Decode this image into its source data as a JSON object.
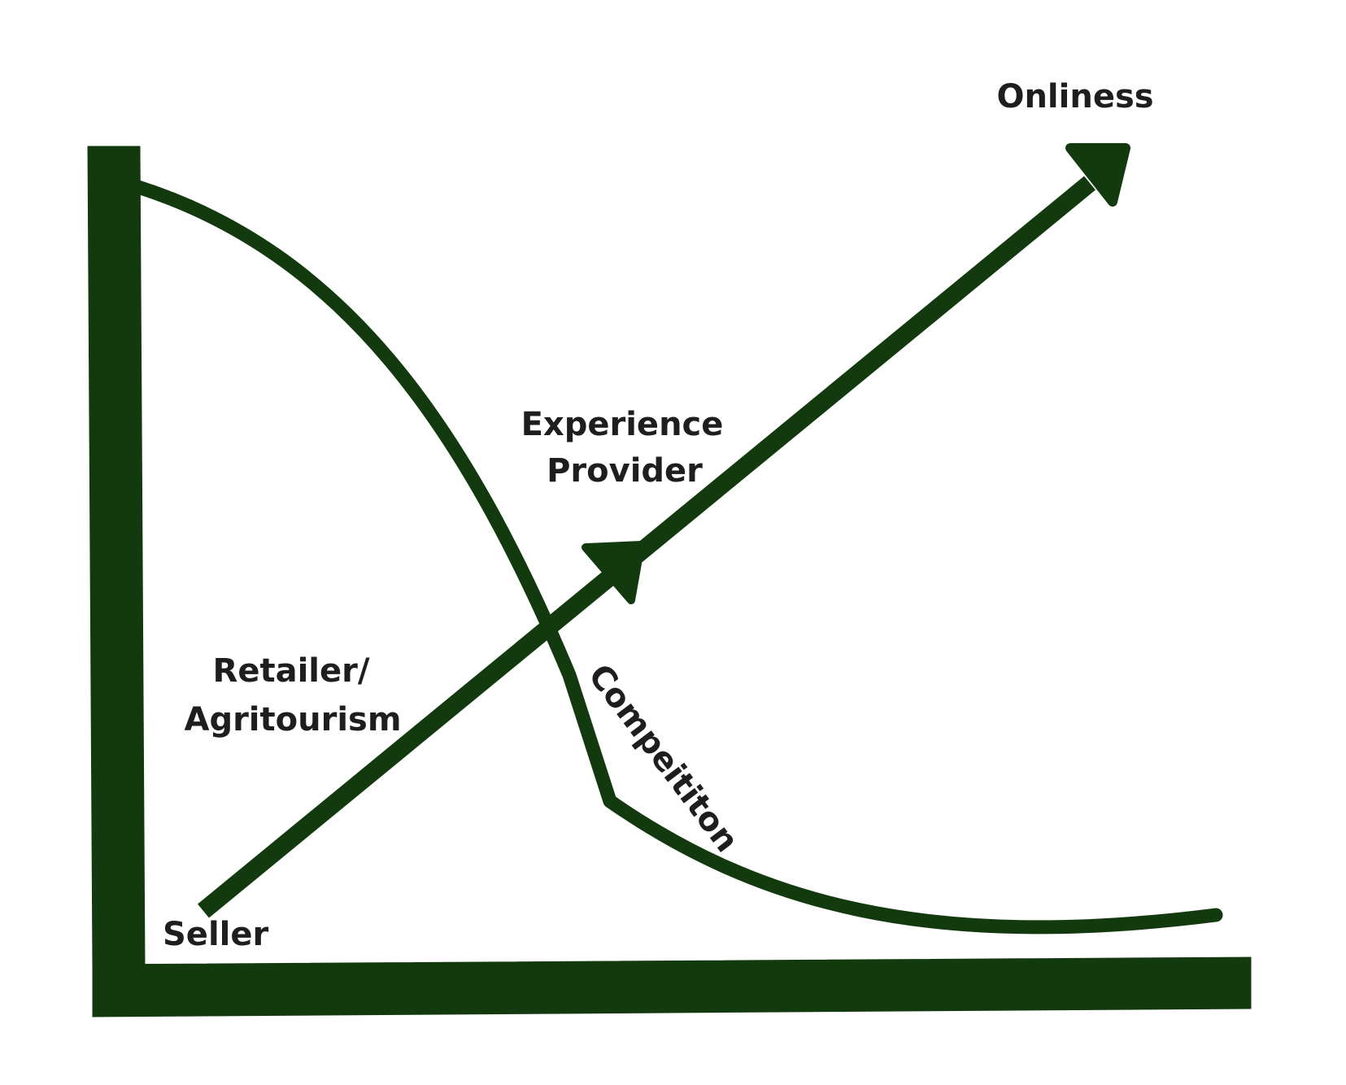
{
  "colors": {
    "ink": "#133a0e",
    "background": "#ffffff"
  },
  "labels": {
    "onliness": "Onliness",
    "experience_line1": "Experience",
    "experience_line2": "Provider",
    "retailer_line1": "Retailer/",
    "retailer_line2": "Agritourism",
    "competition": "Compeititon",
    "seller": "Seller"
  }
}
